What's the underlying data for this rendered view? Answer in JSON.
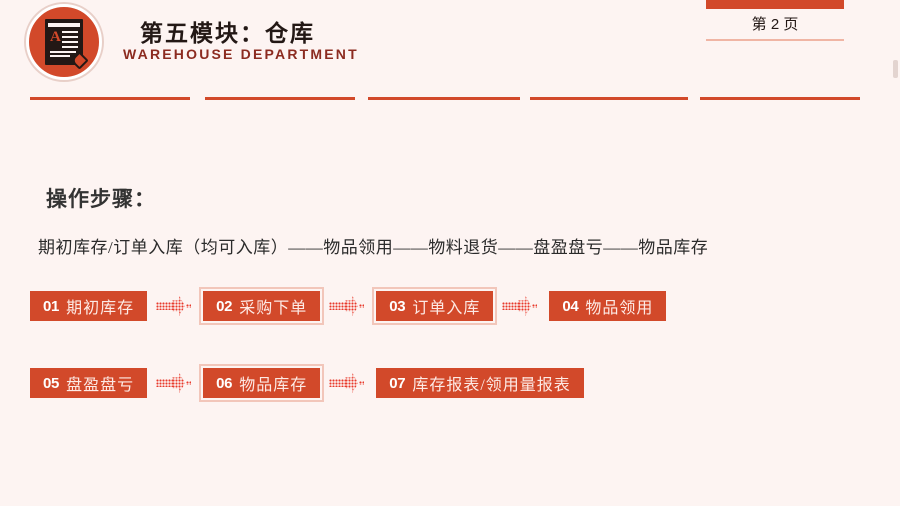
{
  "header": {
    "logo_icon": "document-pen-icon",
    "logo_letter": "A",
    "title_cn": "第五模块：仓库",
    "title_en": "WAREHOUSE DEPARTMENT",
    "page_label": "第 2 页",
    "accent_color": "#d2492a",
    "background_color": "#fdf4f2"
  },
  "body": {
    "steps_heading": "操作步骤：",
    "flow_text": "期初库存/订单入库（均可入库）——物品领用——物料退货——盘盈盘亏——物品库存"
  },
  "rows": [
    {
      "chips": [
        {
          "num": "01",
          "label": "期初库存",
          "outlined": false
        },
        {
          "num": "02",
          "label": "采购下单",
          "outlined": true
        },
        {
          "num": "03",
          "label": "订单入库",
          "outlined": true
        },
        {
          "num": "04",
          "label": "物品领用",
          "outlined": false
        }
      ]
    },
    {
      "chips": [
        {
          "num": "05",
          "label": "盘盈盘亏",
          "outlined": false
        },
        {
          "num": "06",
          "label": "物品库存",
          "outlined": true
        },
        {
          "num": "07",
          "label": "库存报表/领用量报表",
          "outlined": false
        }
      ]
    }
  ],
  "arrow_icon": "halftone-right-arrow-icon"
}
